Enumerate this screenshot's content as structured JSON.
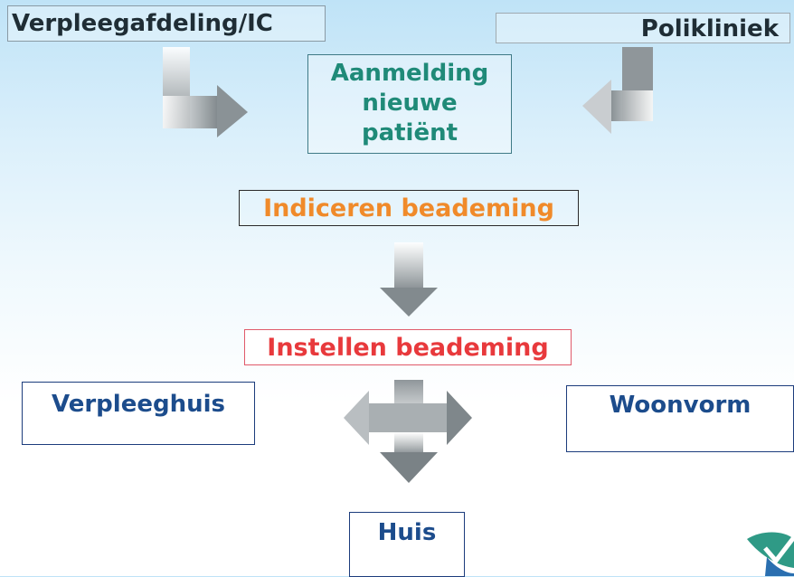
{
  "diagram": {
    "nodes": {
      "verpleegafdeling_ic": "Verpleegafdeling/IC",
      "polikliniek": "Polikliniek",
      "aanmelding_line1": "Aanmelding",
      "aanmelding_line2": "nieuwe",
      "aanmelding_line3": "patiënt",
      "indiceren": "Indiceren beademing",
      "instellen": "Instellen beademing",
      "verpleeghuis": "Verpleeghuis",
      "woonvorm": "Woonvorm",
      "huis": "Huis"
    },
    "colors": {
      "teal_text": "#1f8a78",
      "orange_text": "#f08a2a",
      "red_text": "#e8393c",
      "navy_text": "#1c4c8c",
      "arrow_gray": "#8f969a"
    }
  }
}
